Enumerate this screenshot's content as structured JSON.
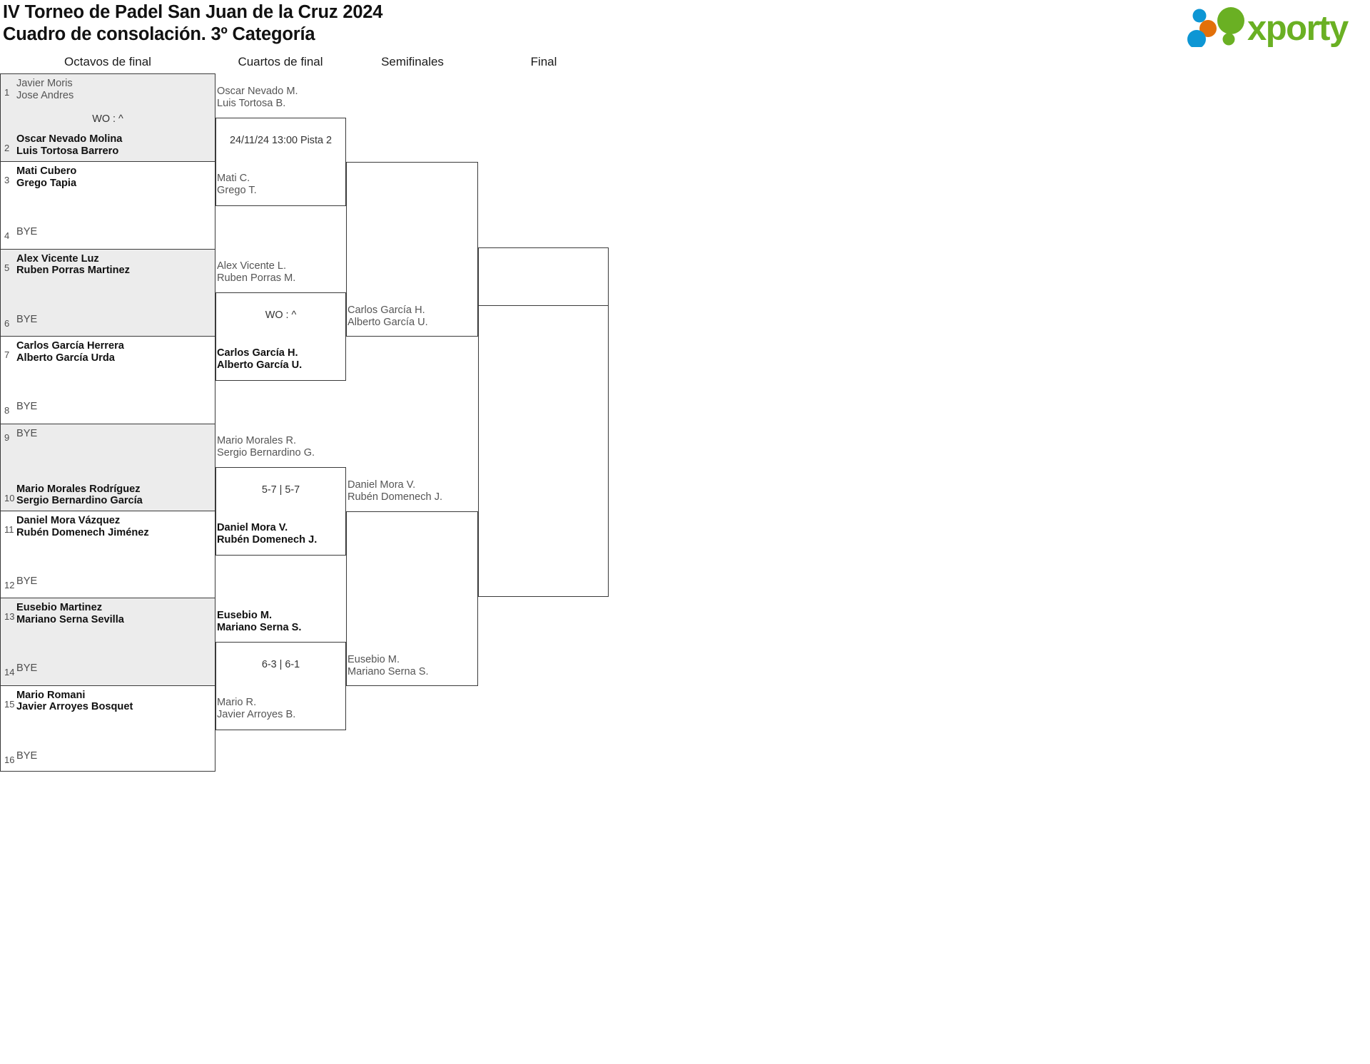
{
  "header": {
    "title_line1": "IV Torneo de Padel San Juan de la Cruz 2024",
    "title_line2": "Cuadro de consolación. 3º Categoría",
    "logo_text": "xporty",
    "logo_colors": {
      "green": "#6ab023",
      "blue": "#0d96d4",
      "orange": "#e2700a"
    }
  },
  "rounds": [
    {
      "label": "Octavos de final"
    },
    {
      "label": "Cuartos de final"
    },
    {
      "label": "Semifinales"
    },
    {
      "label": "Final"
    }
  ],
  "round_of_16": [
    {
      "seed": "1",
      "line1": "Javier Moris",
      "line2": "Jose Andres",
      "state": "lose"
    },
    {
      "seed": "2",
      "line1": "Oscar Nevado Molina",
      "line2": "Luis Tortosa Barrero",
      "state": "win"
    },
    {
      "seed": "3",
      "line1": "Mati Cubero",
      "line2": "Grego Tapia",
      "state": "win"
    },
    {
      "seed": "4",
      "line1": "BYE",
      "line2": "",
      "state": "bye"
    },
    {
      "seed": "5",
      "line1": "Alex Vicente Luz",
      "line2": "Ruben Porras Martinez",
      "state": "win"
    },
    {
      "seed": "6",
      "line1": "BYE",
      "line2": "",
      "state": "bye"
    },
    {
      "seed": "7",
      "line1": "Carlos García Herrera",
      "line2": "Alberto García Urda",
      "state": "win"
    },
    {
      "seed": "8",
      "line1": "BYE",
      "line2": "",
      "state": "bye"
    },
    {
      "seed": "9",
      "line1": "BYE",
      "line2": "",
      "state": "bye"
    },
    {
      "seed": "10",
      "line1": "Mario Morales Rodríguez",
      "line2": "Sergio Bernardino García",
      "state": "win"
    },
    {
      "seed": "11",
      "line1": "Daniel Mora Vázquez",
      "line2": "Rubén Domenech Jiménez",
      "state": "win"
    },
    {
      "seed": "12",
      "line1": "BYE",
      "line2": "",
      "state": "bye"
    },
    {
      "seed": "13",
      "line1": "Eusebio Martinez",
      "line2": "Mariano Serna Sevilla",
      "state": "win"
    },
    {
      "seed": "14",
      "line1": "BYE",
      "line2": "",
      "state": "bye"
    },
    {
      "seed": "15",
      "line1": "Mario Romani",
      "line2": "Javier Arroyes Bosquet",
      "state": "win"
    },
    {
      "seed": "16",
      "line1": "BYE",
      "line2": "",
      "state": "bye"
    }
  ],
  "quarter_finals": [
    {
      "result": "24/11/24 13:00 Pista 2",
      "top": {
        "line1": "Oscar Nevado M.",
        "line2": "Luis Tortosa B.",
        "state": "lose"
      },
      "bottom": {
        "line1": "Mati C.",
        "line2": "Grego T.",
        "state": "lose"
      }
    },
    {
      "result": "WO : ^",
      "top": {
        "line1": "Alex Vicente L.",
        "line2": "Ruben Porras M.",
        "state": "lose"
      },
      "bottom": {
        "line1": "Carlos García H.",
        "line2": "Alberto García U.",
        "state": "win"
      }
    },
    {
      "result": "5-7 | 5-7",
      "top": {
        "line1": "Mario Morales R.",
        "line2": "Sergio Bernardino G.",
        "state": "lose"
      },
      "bottom": {
        "line1": "Daniel Mora V.",
        "line2": "Rubén Domenech J.",
        "state": "win"
      }
    },
    {
      "result": "6-3 | 6-1",
      "top": {
        "line1": "Eusebio M.",
        "line2": "Mariano Serna S.",
        "state": "win"
      },
      "bottom": {
        "line1": "Mario R.",
        "line2": "Javier Arroyes B.",
        "state": "lose"
      }
    }
  ],
  "semi_finals": [
    {
      "result": "",
      "top": {
        "line1": "Carlos García H.",
        "line2": "Alberto García U.",
        "state": "lose"
      },
      "bottom": {
        "line1": "",
        "line2": "",
        "state": "empty"
      }
    },
    {
      "result": "",
      "top": {
        "line1": "Daniel Mora V.",
        "line2": "Rubén Domenech J.",
        "state": "lose"
      },
      "bottom": {
        "line1": "Eusebio M.",
        "line2": "Mariano Serna S.",
        "state": "lose"
      }
    }
  ],
  "final": [
    {
      "result": "",
      "top": {
        "line1": "",
        "line2": "",
        "state": "empty"
      },
      "bottom": {
        "line1": "",
        "line2": "",
        "state": "empty"
      }
    }
  ]
}
